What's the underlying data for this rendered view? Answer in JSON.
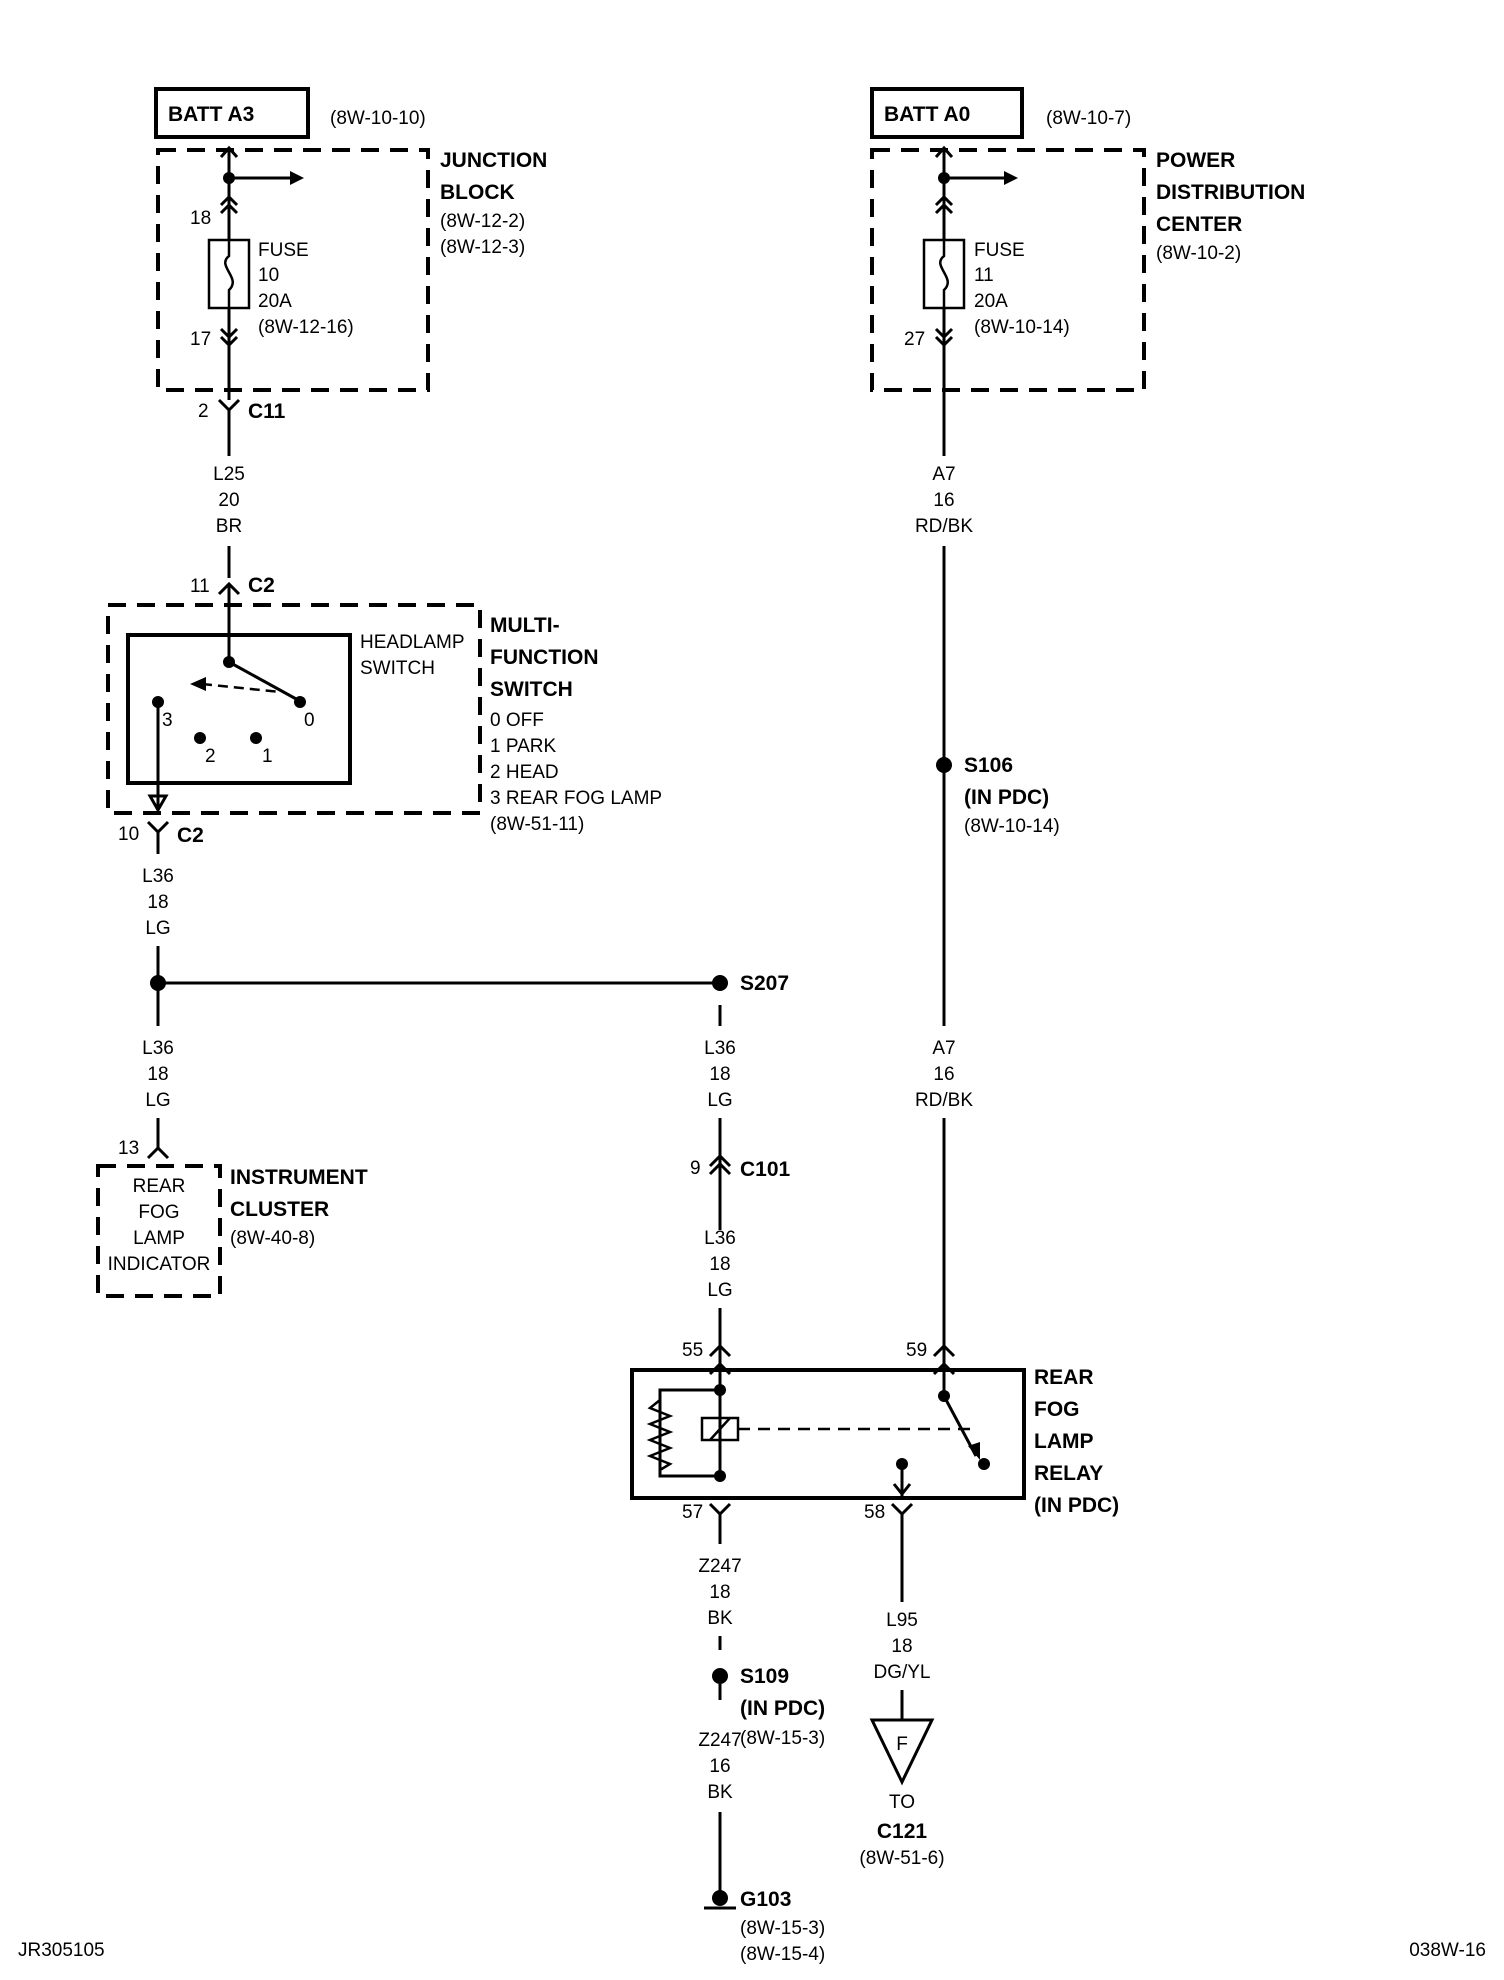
{
  "batt_a3": {
    "label": "BATT A3",
    "ref": "(8W-10-10)"
  },
  "batt_a0": {
    "label": "BATT A0",
    "ref": "(8W-10-7)"
  },
  "junction_block": {
    "title1": "JUNCTION",
    "title2": "BLOCK",
    "ref1": "(8W-12-2)",
    "ref2": "(8W-12-3)",
    "pin_in": "18",
    "pin_out": "17",
    "fuse_label": "FUSE",
    "fuse_num": "10",
    "fuse_rating": "20A",
    "fuse_ref": "(8W-12-16)"
  },
  "pdc": {
    "title1": "POWER",
    "title2": "DISTRIBUTION",
    "title3": "CENTER",
    "ref": "(8W-10-2)",
    "pin_out": "27",
    "fuse_label": "FUSE",
    "fuse_num": "11",
    "fuse_rating": "20A",
    "fuse_ref": "(8W-10-14)"
  },
  "c11": {
    "pin": "2",
    "name": "C11"
  },
  "wire_l25": {
    "circuit": "L25",
    "gauge": "20",
    "color": "BR"
  },
  "c2_in": {
    "pin": "11",
    "name": "C2"
  },
  "multifunction": {
    "title1": "MULTI-",
    "title2": "FUNCTION",
    "title3": "SWITCH",
    "headlamp1": "HEADLAMP",
    "headlamp2": "SWITCH",
    "pos0": "0",
    "pos1": "1",
    "pos2": "2",
    "pos3": "3",
    "legend": [
      "0 OFF",
      "1 PARK",
      "2 HEAD",
      "3 REAR FOG LAMP"
    ],
    "ref": "(8W-51-11)"
  },
  "c2_out": {
    "pin": "10",
    "name": "C2"
  },
  "wire_l36_a": {
    "circuit": "L36",
    "gauge": "18",
    "color": "LG"
  },
  "wire_l36_b": {
    "circuit": "L36",
    "gauge": "18",
    "color": "LG"
  },
  "wire_l36_c": {
    "circuit": "L36",
    "gauge": "18",
    "color": "LG"
  },
  "wire_l36_d": {
    "circuit": "L36",
    "gauge": "18",
    "color": "LG"
  },
  "s207": {
    "name": "S207"
  },
  "instrument_cluster": {
    "pin": "13",
    "title1": "INSTRUMENT",
    "title2": "CLUSTER",
    "ref": "(8W-40-8)",
    "ind": [
      "REAR",
      "FOG",
      "LAMP",
      "INDICATOR"
    ]
  },
  "c101": {
    "pin": "9",
    "name": "C101"
  },
  "wire_a7_a": {
    "circuit": "A7",
    "gauge": "16",
    "color": "RD/BK"
  },
  "wire_a7_b": {
    "circuit": "A7",
    "gauge": "16",
    "color": "RD/BK"
  },
  "s106": {
    "name": "S106",
    "sub": "(IN PDC)",
    "ref": "(8W-10-14)"
  },
  "relay": {
    "title": [
      "REAR",
      "FOG",
      "LAMP",
      "RELAY",
      "(IN PDC)"
    ],
    "pin55": "55",
    "pin59": "59",
    "pin57": "57",
    "pin58": "58"
  },
  "wire_z247_a": {
    "circuit": "Z247",
    "gauge": "18",
    "color": "BK"
  },
  "wire_z247_b": {
    "circuit": "Z247",
    "gauge": "16",
    "color": "BK"
  },
  "s109": {
    "name": "S109",
    "sub": "(IN PDC)",
    "ref": "(8W-15-3)"
  },
  "g103": {
    "name": "G103",
    "ref1": "(8W-15-3)",
    "ref2": "(8W-15-4)"
  },
  "wire_l95": {
    "circuit": "L95",
    "gauge": "18",
    "color": "DG/YL"
  },
  "connector_f": {
    "letter": "F",
    "to": "TO",
    "name": "C121",
    "ref": "(8W-51-6)"
  },
  "footer": {
    "left": "JR305105",
    "right": "038W-16"
  }
}
